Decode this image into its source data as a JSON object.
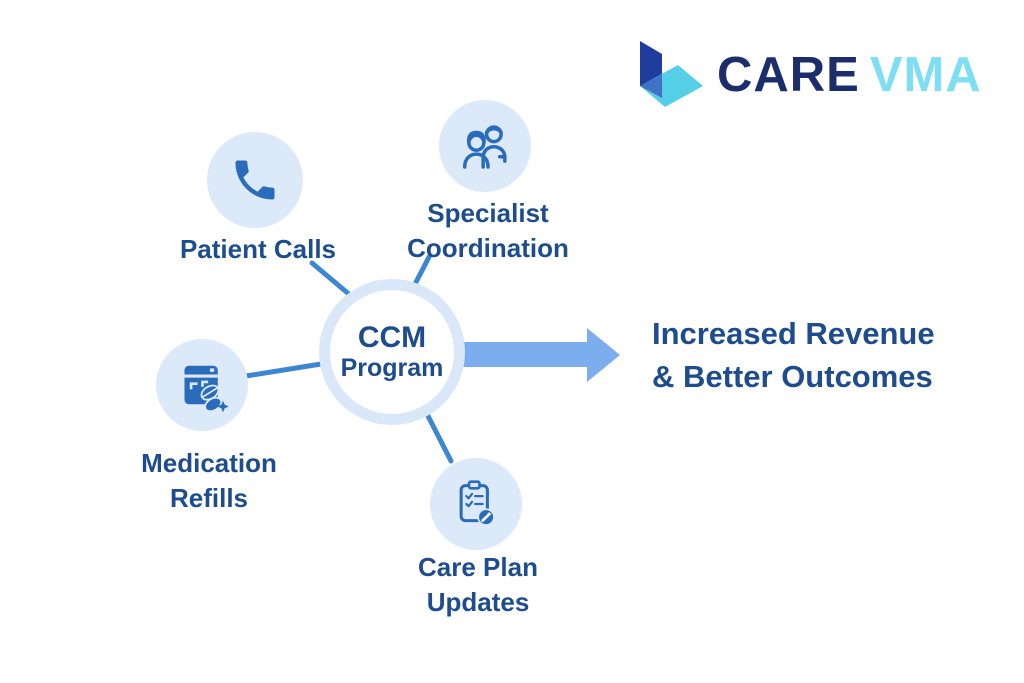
{
  "logo": {
    "brand_primary": "CARE",
    "brand_secondary": "VMA",
    "mark": "care-vma-logo-mark"
  },
  "hub": {
    "title_line1": "CCM",
    "title_line2": "Program"
  },
  "nodes": [
    {
      "id": "patient-calls",
      "icon": "phone-icon",
      "lines": [
        "Patient Calls"
      ]
    },
    {
      "id": "specialist-coordination",
      "icon": "doctor-patient-icon",
      "lines": [
        "Specialist",
        "Coordination"
      ]
    },
    {
      "id": "medication-refills",
      "icon": "medication-bottle-pills-icon",
      "lines": [
        "Medication",
        "Refills"
      ]
    },
    {
      "id": "care-plan-updates",
      "icon": "clipboard-checklist-icon",
      "lines": [
        "Care Plan",
        "Updates"
      ]
    }
  ],
  "outcome": {
    "line1": "Increased Revenue",
    "line2": "& Better Outcomes"
  },
  "colors": {
    "background": "#ffffff",
    "node_circle_bg": "#dbe9f9",
    "hub_ring": "#d9e7f8",
    "icon_blue": "#2a6cbb",
    "connector_blue": "#3c86d2",
    "arrow_blue": "#7cadee",
    "text_navy": "#1d4c8f",
    "logo_navy": "#1b2e6b",
    "logo_cyan": "#7edef4",
    "logo_mark_navy": "#1f3d9c",
    "logo_mark_cyan": "#55cfe8"
  }
}
